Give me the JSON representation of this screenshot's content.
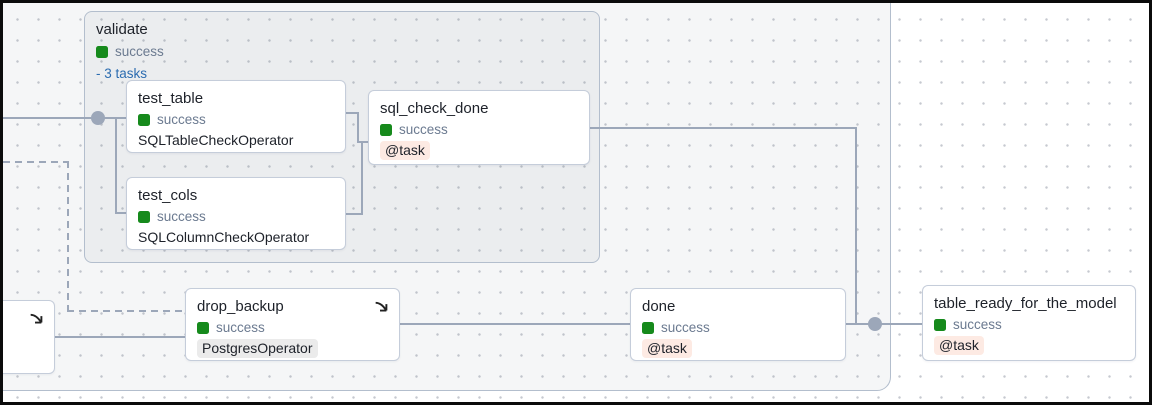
{
  "app": "Airflow DAG graph view",
  "group": {
    "title": "validate",
    "status": "success",
    "toggle_label": "- 3 tasks"
  },
  "nodes": [
    {
      "id": "test_table",
      "title": "test_table",
      "status": "success",
      "operator": "SQLTableCheckOperator"
    },
    {
      "id": "test_cols",
      "title": "test_cols",
      "status": "success",
      "operator": "SQLColumnCheckOperator"
    },
    {
      "id": "sql_check_done",
      "title": "sql_check_done",
      "status": "success",
      "operator": "@task"
    },
    {
      "id": "drop_backup",
      "title": "drop_backup",
      "status": "success",
      "operator": "PostgresOperator",
      "teardown_icon": "arrow-down-right"
    },
    {
      "id": "done",
      "title": "done",
      "status": "success",
      "operator": "@task"
    },
    {
      "id": "table_ready_for_the_model",
      "title": "table_ready_for_the_model",
      "status": "success",
      "operator": "@task"
    }
  ],
  "stub_node": {
    "teardown_icon": "arrow-down-right"
  },
  "colors": {
    "success_green": "#168a1c",
    "status_text": "#6b7a90",
    "link_blue": "#2b6cb0",
    "title_text": "#1d2129",
    "edge": "#9ca7b9",
    "node_border": "#c5cdda",
    "group_border": "#b3becd",
    "pill_task_bg": "#fdeae3",
    "pill_gray_bg": "#ebebeb",
    "canvas_dot": "#c6c9d0"
  }
}
